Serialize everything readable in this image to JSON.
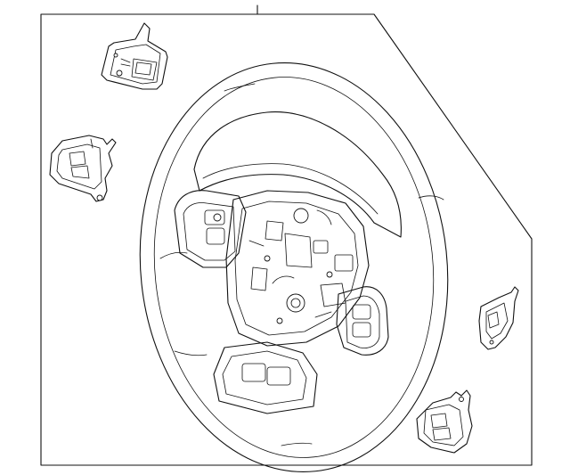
{
  "diagram": {
    "colors": {
      "line": "#111111",
      "background": "#ffffff"
    },
    "parts": [
      {
        "name": "steering-wheel-assembly"
      },
      {
        "name": "paddle-shifter-upper-left"
      },
      {
        "name": "switch-assembly-left"
      },
      {
        "name": "paddle-shifter-right"
      },
      {
        "name": "switch-assembly-right"
      }
    ]
  }
}
